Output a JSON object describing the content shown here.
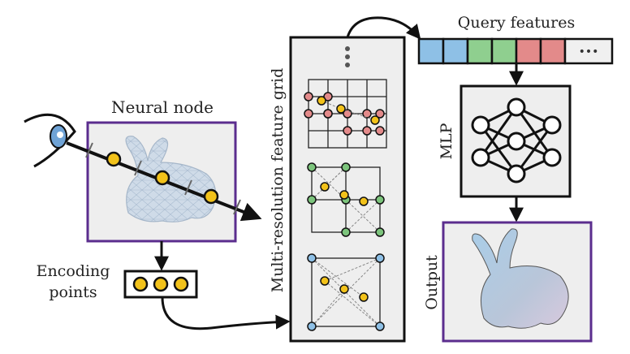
{
  "labels": {
    "neural_node": "Neural node",
    "encoding_points_1": "Encoding",
    "encoding_points_2": "points",
    "grid": "Multi-resolution feature grid",
    "query_features": "Query features",
    "mlp": "MLP",
    "output": "Output",
    "ellipsis": "•••"
  },
  "colors": {
    "purple": "#5b2d8e",
    "gold": "#f2c21a",
    "red_node": "#e38a8a",
    "green_node": "#7cc47c",
    "blue_node": "#8ec0e6",
    "feature_blue": "#8ec0e6",
    "feature_green": "#8fcf8f",
    "feature_red": "#e38a8a",
    "panel_bg": "#eeeeee"
  },
  "query_feature_cells": [
    "blue",
    "blue",
    "green",
    "green",
    "red",
    "red"
  ]
}
